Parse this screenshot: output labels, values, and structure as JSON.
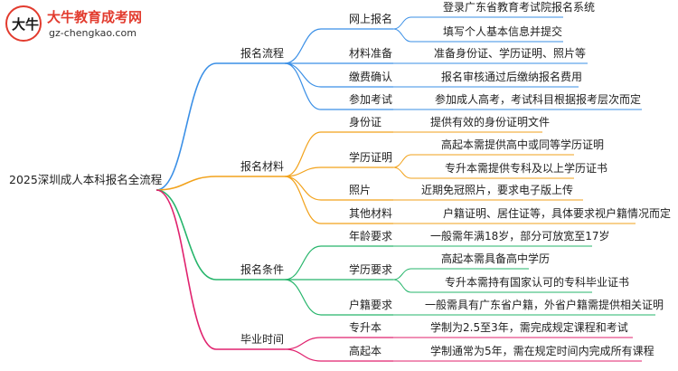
{
  "logo": {
    "mark": "大牛",
    "title": "大牛教育成考网",
    "url": "gz-chengkao.com"
  },
  "mindmap": {
    "root": "2025深圳成人本科报名全流程",
    "branches": [
      {
        "label": "报名流程",
        "color": "#3a8fe6",
        "children": [
          {
            "label": "网上报名",
            "children": [
              {
                "label": "登录广东省教育考试院报名系统"
              },
              {
                "label": "填写个人基本信息并提交"
              }
            ]
          },
          {
            "label": "材料准备",
            "children": [
              {
                "label": "准备身份证、学历证明、照片等"
              }
            ]
          },
          {
            "label": "缴费确认",
            "children": [
              {
                "label": "报名审核通过后缴纳报名费用"
              }
            ]
          },
          {
            "label": "参加考试",
            "children": [
              {
                "label": "参加成人高考，考试科目根据报考层次而定"
              }
            ]
          }
        ]
      },
      {
        "label": "报名材料",
        "color": "#f2a21b",
        "children": [
          {
            "label": "身份证",
            "children": [
              {
                "label": "提供有效的身份证明文件"
              }
            ]
          },
          {
            "label": "学历证明",
            "children": [
              {
                "label": "高起本需提供高中或同等学历证明"
              },
              {
                "label": "专升本需提供专科及以上学历证书"
              }
            ]
          },
          {
            "label": "照片",
            "children": [
              {
                "label": "近期免冠照片，要求电子版上传"
              }
            ]
          },
          {
            "label": "其他材料",
            "children": [
              {
                "label": "户籍证明、居住证等，具体要求视户籍情况而定"
              }
            ]
          }
        ]
      },
      {
        "label": "报名条件",
        "color": "#26b56b",
        "children": [
          {
            "label": "年龄要求",
            "children": [
              {
                "label": "一般需年满18岁，部分可放宽至17岁"
              }
            ]
          },
          {
            "label": "学历要求",
            "children": [
              {
                "label": "高起本需具备高中学历"
              },
              {
                "label": "专升本需持有国家认可的专科毕业证书"
              }
            ]
          },
          {
            "label": "户籍要求",
            "children": [
              {
                "label": "一般需具有广东省户籍，外省户籍需提供相关证明"
              }
            ]
          }
        ]
      },
      {
        "label": "毕业时间",
        "color": "#e0226e",
        "children": [
          {
            "label": "专升本",
            "children": [
              {
                "label": "学制为2.5至3年，需完成规定课程和考试"
              }
            ]
          },
          {
            "label": "高起本",
            "children": [
              {
                "label": "学制通常为5年，需在规定时间内完成所有课程"
              }
            ]
          }
        ]
      }
    ]
  }
}
